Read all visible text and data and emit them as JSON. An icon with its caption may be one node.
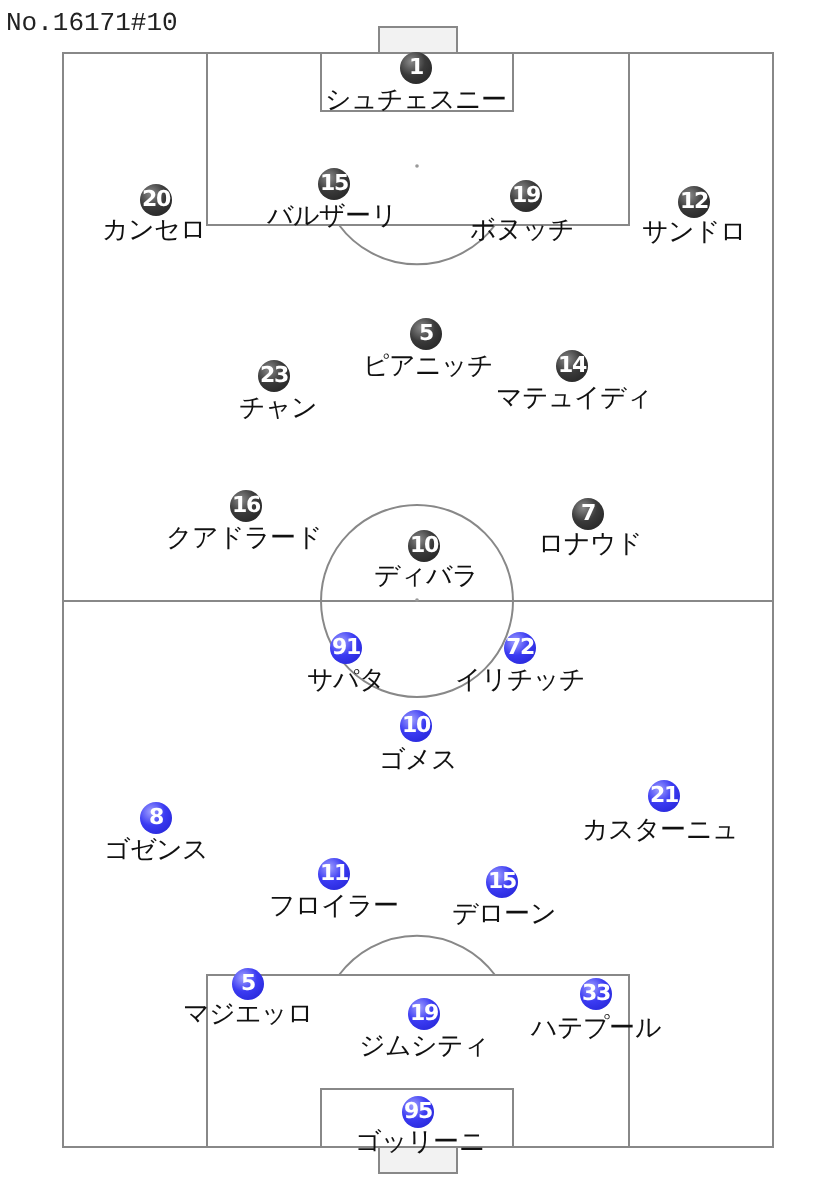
{
  "diagram": {
    "nodes": [
      {
        "text": [
          "1"
        ],
        "beside": [
          "シュチェスニー"
        ]
      },
      {
        "text": [
          "20"
        ],
        "beside": [
          "カンセロ"
        ]
      },
      {
        "text": [
          "15"
        ],
        "beside": [
          "バルザーリ"
        ]
      },
      {
        "text": [
          "19"
        ],
        "beside": [
          "ボヌッチ"
        ]
      },
      {
        "text": [
          "12"
        ],
        "beside": [
          "サンドロ"
        ]
      },
      {
        "text": [
          "5"
        ],
        "beside": [
          "ピアニッチ"
        ]
      },
      {
        "text": [
          "23"
        ],
        "beside": [
          "チャン"
        ]
      },
      {
        "text": [
          "14"
        ],
        "beside": [
          "マテュイディ"
        ]
      },
      {
        "text": [
          "16"
        ],
        "beside": [
          "クアドラード"
        ]
      },
      {
        "text": [
          "10"
        ],
        "beside": [
          "ディバラ"
        ]
      },
      {
        "text": [
          "7"
        ],
        "beside": [
          "ロナウド"
        ]
      },
      {
        "text": [
          "91"
        ],
        "beside": [
          "サパタ"
        ]
      },
      {
        "text": [
          "72"
        ],
        "beside": [
          "イリチッチ"
        ]
      },
      {
        "text": [
          "10"
        ],
        "beside": [
          "ゴメス"
        ]
      },
      {
        "text": [
          "8"
        ],
        "beside": [
          "ゴゼンス"
        ]
      },
      {
        "text": [
          "21"
        ],
        "beside": [
          "カスターニュ"
        ]
      },
      {
        "text": [
          "11"
        ],
        "beside": [
          "フロイラー"
        ]
      },
      {
        "text": [
          "15"
        ],
        "beside": [
          "デローン"
        ]
      },
      {
        "text": [
          "5"
        ],
        "beside": [
          "マジエッロ"
        ]
      },
      {
        "text": [
          "19"
        ],
        "beside": [
          "ジムシティ"
        ]
      },
      {
        "text": [
          "33"
        ],
        "beside": [
          "ハテプール"
        ]
      },
      {
        "text": [
          "95"
        ],
        "beside": [
          "ゴッリーニ"
        ]
      }
    ],
    "labels": [
      "No.16171#10"
    ]
  }
}
